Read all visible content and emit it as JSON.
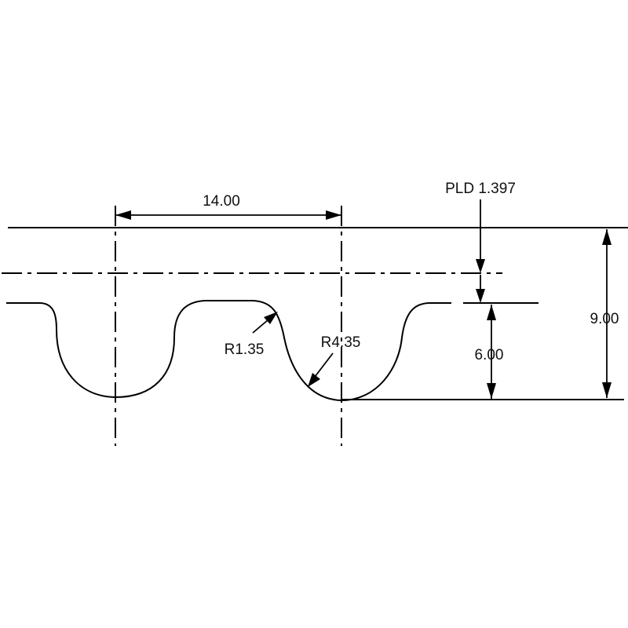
{
  "dimensions": {
    "pitch": "14.00",
    "pld": "PLD 1.397",
    "total_height": "9.00",
    "tooth_height": "6.00",
    "tip_radius": "R1.35",
    "root_radius": "R4.35"
  },
  "colors": {
    "line": "#000000",
    "background": "#ffffff"
  }
}
